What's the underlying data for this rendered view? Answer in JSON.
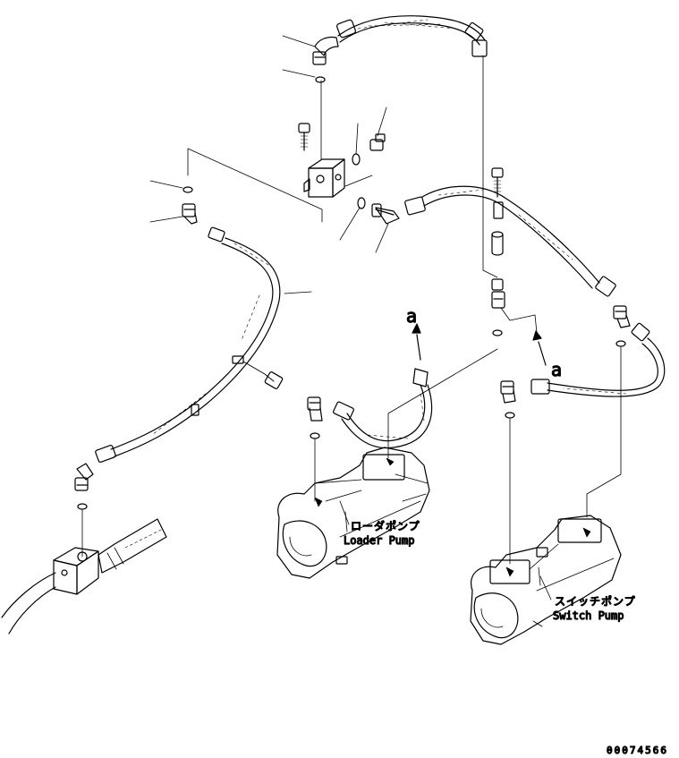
{
  "labels": {
    "loader_pump_jp": "ローダポンプ",
    "loader_pump_en": "Loader Pump",
    "switch_pump_jp": "スイッチポンプ",
    "switch_pump_en": "Switch Pump",
    "callout_left": "a",
    "callout_right": "a",
    "doc_number": "00074566"
  },
  "colors": {
    "ink": "#000000",
    "paper": "#ffffff"
  }
}
